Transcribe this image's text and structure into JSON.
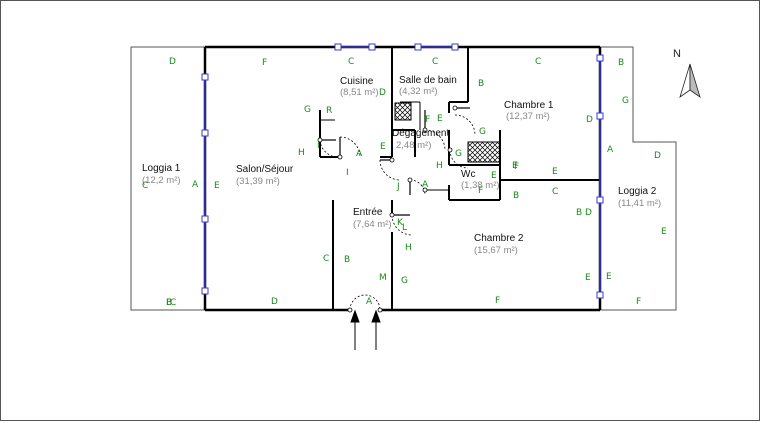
{
  "rooms": [
    {
      "id": "cuisine",
      "name": "Cuisine",
      "area": "(8,51 m²)"
    },
    {
      "id": "salle-de-bain",
      "name": "Salle de bain",
      "area": "(4,32 m²)"
    },
    {
      "id": "chambre-1",
      "name": "Chambre 1",
      "area": "(12,37 m²)"
    },
    {
      "id": "degagement",
      "name": "Dégagement",
      "area": "2,48 m²)"
    },
    {
      "id": "loggia-1",
      "name": "Loggia 1",
      "area": "(12,2 m²)"
    },
    {
      "id": "salon",
      "name": "Salon/Séjour",
      "area": "(31,39 m²)"
    },
    {
      "id": "wc",
      "name": "Wc",
      "area": "(1,38 m²)"
    },
    {
      "id": "loggia-2",
      "name": "Loggia 2",
      "area": "(11,41 m²)"
    },
    {
      "id": "entree",
      "name": "Entrée",
      "area": "(7,64 m²)"
    },
    {
      "id": "chambre-2",
      "name": "Chambre 2",
      "area": "(15,67 m²)"
    }
  ],
  "north_label": "N",
  "wall_letters": [
    "D",
    "F",
    "C",
    "D",
    "B",
    "C",
    "B",
    "C",
    "G",
    "R",
    "I",
    "E",
    "F",
    "G",
    "E",
    "H",
    "A",
    "G",
    "I",
    "H",
    "C",
    "E",
    "D",
    "E",
    "E",
    "A",
    "D",
    "A",
    "J",
    "A",
    "B",
    "F",
    "C",
    "E",
    "K",
    "L",
    "D",
    "H",
    "C",
    "B",
    "E",
    "E",
    "C",
    "B",
    "M",
    "G",
    "E",
    "B",
    "D",
    "B",
    "F",
    "F",
    "A",
    "F",
    "G"
  ],
  "colors": {
    "wall": "#000000",
    "thin_wall": "#555555",
    "window": "#3a3acc",
    "letter": "#1a8a1a",
    "area": "#888888"
  }
}
